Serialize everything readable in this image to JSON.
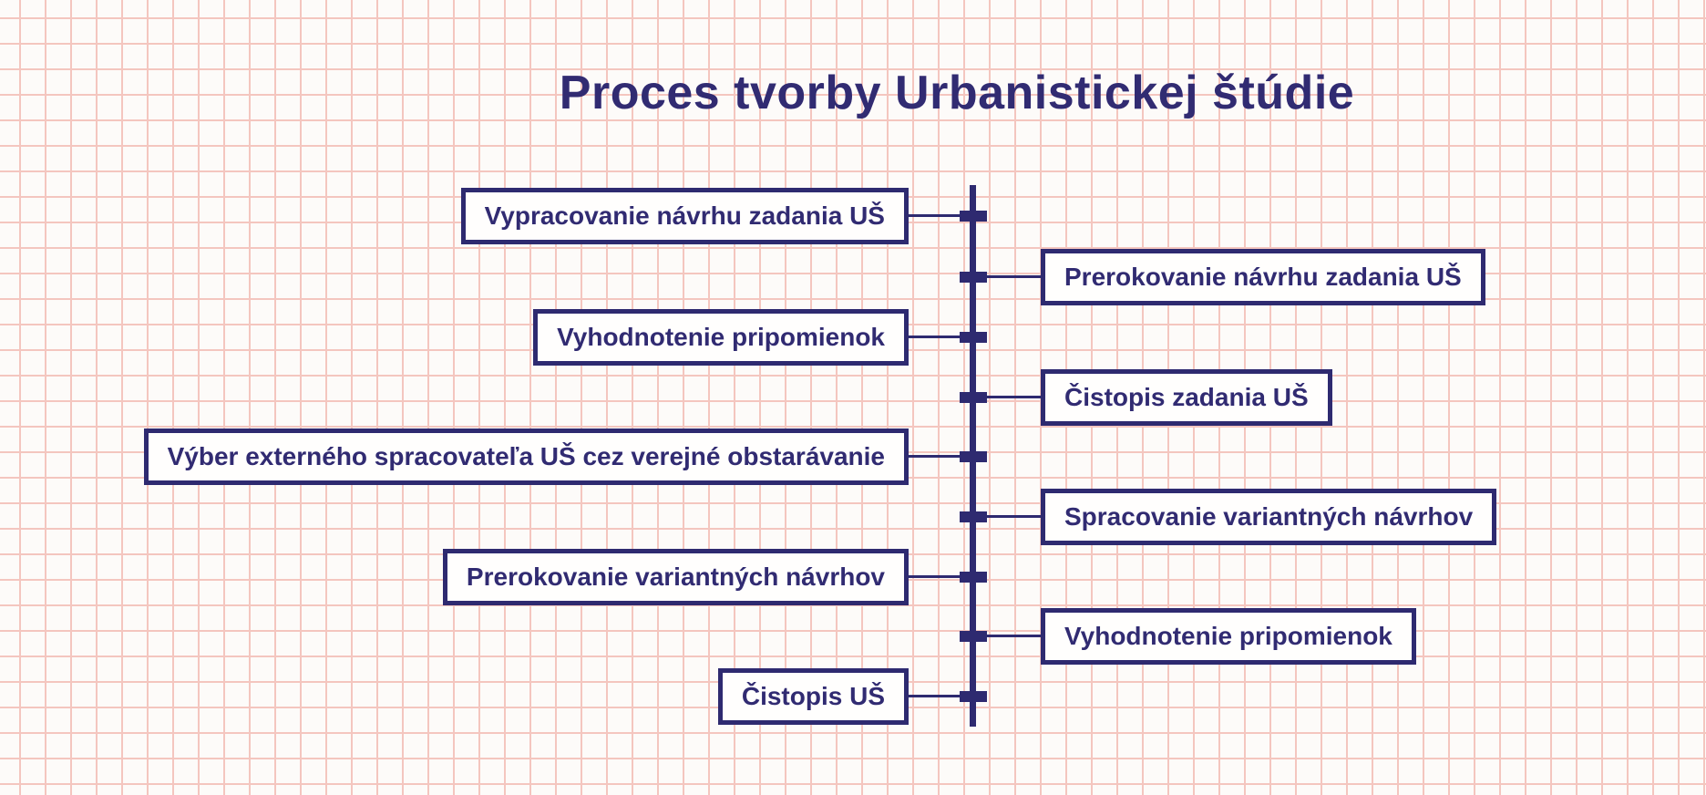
{
  "title": "Proces tvorby Urbanistickej štúdie",
  "colors": {
    "ink": "#2e2a70",
    "text": "#312b72",
    "grid_line": "#f4c6bf",
    "background": "#fdfbf9",
    "box_fill": "#fffefd"
  },
  "timeline": {
    "orientation": "vertical",
    "tick_count": 9
  },
  "steps": [
    {
      "label": "Vypracovanie návrhu zadania UŠ",
      "side": "left"
    },
    {
      "label": "Prerokovanie návrhu zadania UŠ",
      "side": "right"
    },
    {
      "label": "Vyhodnotenie pripomienok",
      "side": "left"
    },
    {
      "label": "Čistopis zadania UŠ",
      "side": "right"
    },
    {
      "label": "Výber externého spracovateľa UŠ cez verejné obstarávanie",
      "side": "left"
    },
    {
      "label": "Spracovanie variantných návrhov",
      "side": "right"
    },
    {
      "label": "Prerokovanie variantných návrhov",
      "side": "left"
    },
    {
      "label": "Vyhodnotenie pripomienok",
      "side": "right"
    },
    {
      "label": "Čistopis UŠ",
      "side": "left"
    }
  ]
}
